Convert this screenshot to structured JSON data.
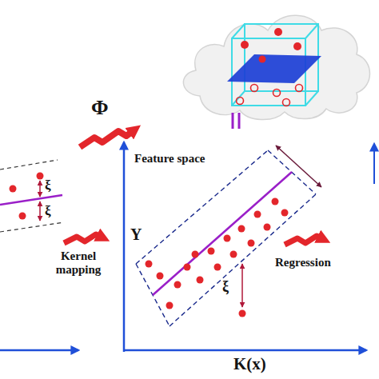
{
  "diagram": {
    "labels": [
      "Φ",
      "ξ",
      "ξ",
      "Feature space",
      "Y",
      "Kernel mapping",
      "ξ",
      "Regression",
      "K(x)"
    ]
  }
}
